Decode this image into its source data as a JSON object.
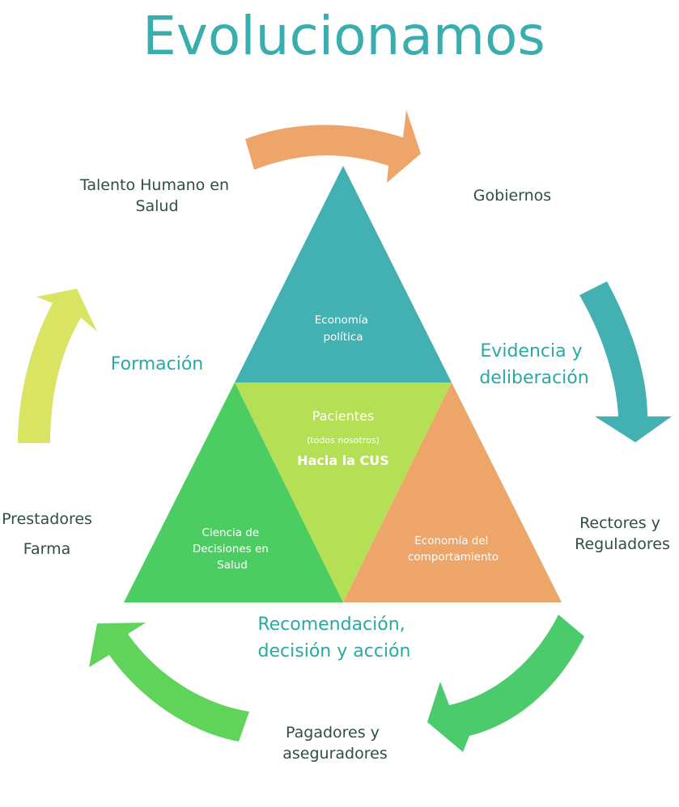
{
  "title": "Evolucionamos",
  "stakeholders": {
    "talento": [
      "Talento Humano en",
      "Salud"
    ],
    "gobiernos": "Gobiernos",
    "rectores": [
      "Rectores y",
      "Reguladores"
    ],
    "pagadores": [
      "Pagadores y",
      "aseguradores"
    ],
    "prestadores": "Prestadores",
    "farma": "Farma"
  },
  "stages": {
    "formacion": "Formación",
    "evidencia": [
      "Evidencia y",
      "deliberación"
    ],
    "recomendacion": [
      "Recomendación,",
      "decisión y acción"
    ]
  },
  "triangles": {
    "top": [
      "Economía",
      "política"
    ],
    "left": [
      "Ciencia de",
      "Decisiones en",
      "Salud"
    ],
    "right": [
      "Economía del",
      "comportamiento"
    ],
    "center": {
      "title": "Pacientes",
      "subtitle": "(todos nosotros)",
      "emphasis": "Hacia la CUS"
    }
  },
  "colors": {
    "title": "#3aaeae",
    "teal": "#43b0b2",
    "light_green": "#b5e055",
    "green": "#4ccd61",
    "orange": "#eda56a",
    "lime": "#d8e462",
    "arrow_green": "#5fd35a",
    "arrow_green_right": "#4ccb6d",
    "text_dark": "#2e4e48",
    "text_stage": "#2aa8a3"
  }
}
